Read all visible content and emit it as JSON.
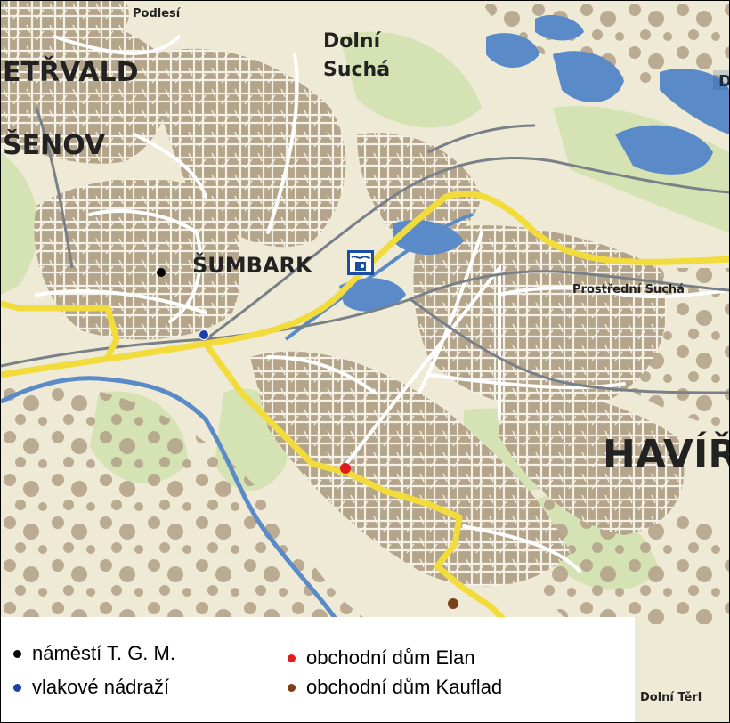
{
  "map": {
    "places": {
      "podlesi": "Podlesí",
      "dolni": "Dolní",
      "sucha": "Suchá",
      "petrvald": "ETŘVALD",
      "senov": "ŠENOV",
      "sumbark": "ŠUMBARK",
      "prostredni_sucha": "Prostřední Suchá",
      "havirov": "HAVÍŘ",
      "dolni_terlicko": "Dolní Těrl",
      "edge_letter": "D"
    },
    "colors": {
      "background": "#eeead6",
      "built_up": "#b4a48a",
      "forest": "#d5e2b4",
      "water": "#5a8ac8",
      "road_major": "#f2dc3c",
      "road_minor": "#ffffff",
      "railway": "#7a8088"
    }
  },
  "legend": {
    "items": [
      {
        "label": "náměstí T. G. M.",
        "color": "#000000"
      },
      {
        "label": "vlakové nádraží",
        "color": "#1f3fa8"
      },
      {
        "label": "obchodní dům Elan",
        "color": "#e21b1b"
      },
      {
        "label": "obchodní dům Kauflad",
        "color": "#7b3f1a"
      }
    ]
  },
  "markers": {
    "namesti": {
      "label": "náměstí T. G. M.",
      "color": "#000000"
    },
    "nadrazi": {
      "label": "vlakové nádraží",
      "color": "#1f3fa8"
    },
    "elan": {
      "label": "obchodní dům Elan",
      "color": "#e21b1b"
    },
    "kaufland": {
      "label": "obchodní dům Kauflad",
      "color": "#7b3f1a"
    }
  }
}
